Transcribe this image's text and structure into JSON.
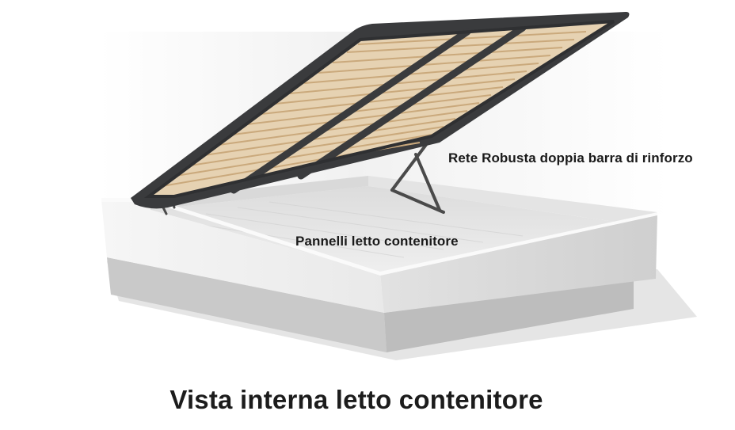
{
  "annotations": {
    "rete": "Rete Robusta doppia barra di rinforzo",
    "pannelli": "Pannelli letto contenitore"
  },
  "caption": "Vista interna letto contenitore",
  "colors": {
    "frame_dark": "#3a3b3d",
    "slat_wood": "#e6d2b2",
    "box_white": "#f2f2f2",
    "box_shadow": "#b9b9b9"
  }
}
